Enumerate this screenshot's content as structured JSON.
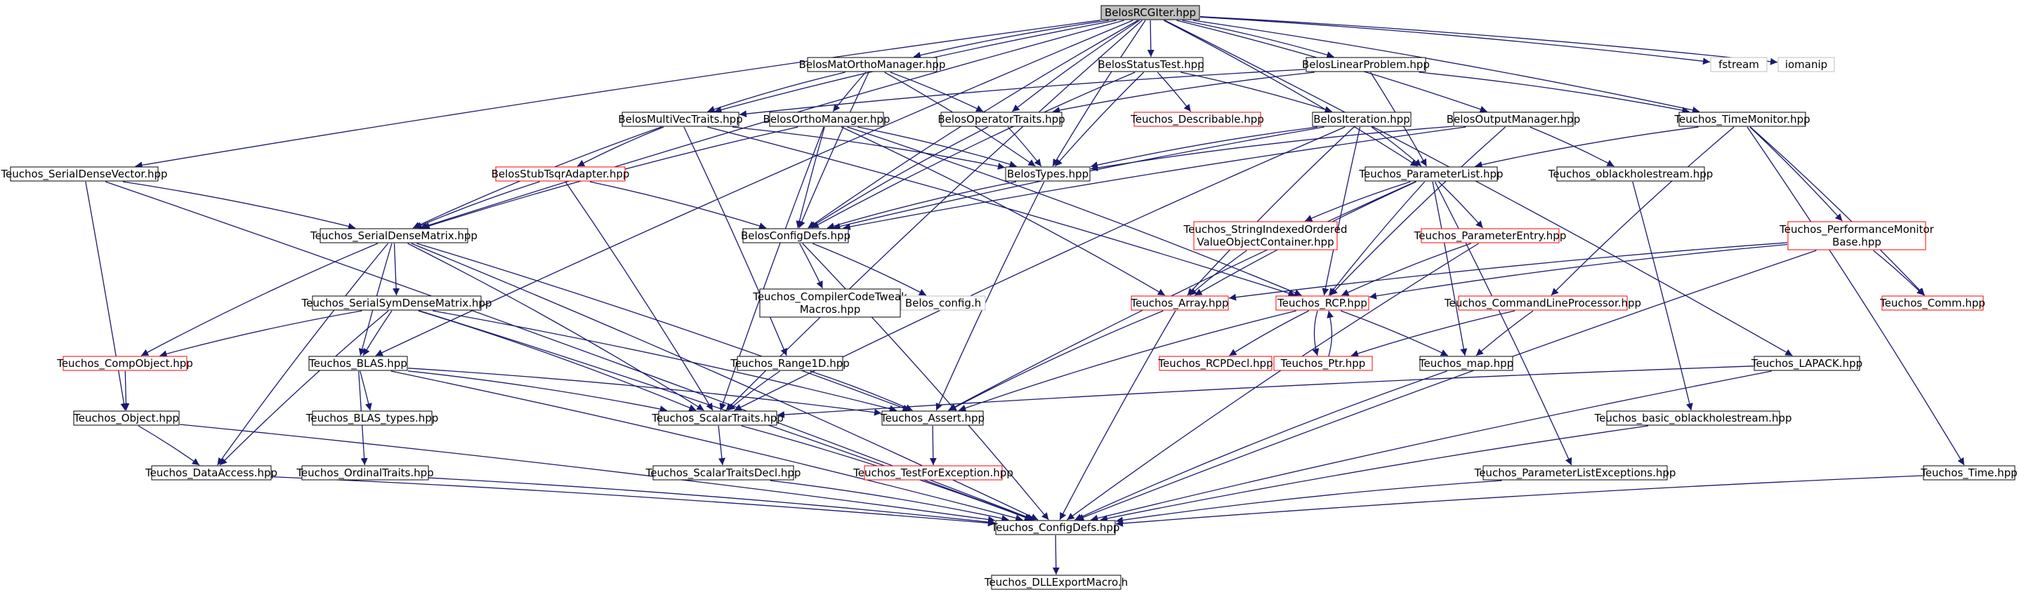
{
  "colors": {
    "edge": "#191970",
    "arrowhead": "#191970",
    "normal_border": "#000000",
    "incomplete_border": "#ff0000",
    "external_border": "#bfbfbf",
    "root_fill": "#bfbfbf",
    "node_fill": "#ffffff",
    "text": "#000000"
  },
  "nodes": [
    {
      "id": "BelosRCGIter",
      "lines": [
        "BelosRCGIter.hpp"
      ],
      "kind": "root"
    },
    {
      "id": "BelosMatOrthoManager",
      "lines": [
        "BelosMatOrthoManager.hpp"
      ],
      "kind": "normal"
    },
    {
      "id": "BelosStatusTest",
      "lines": [
        "BelosStatusTest.hpp"
      ],
      "kind": "normal"
    },
    {
      "id": "BelosLinearProblem",
      "lines": [
        "BelosLinearProblem.hpp"
      ],
      "kind": "normal"
    },
    {
      "id": "fstream",
      "lines": [
        "fstream"
      ],
      "kind": "external"
    },
    {
      "id": "iomanip",
      "lines": [
        "iomanip"
      ],
      "kind": "external"
    },
    {
      "id": "BelosMultiVecTraits",
      "lines": [
        "BelosMultiVecTraits.hpp"
      ],
      "kind": "normal"
    },
    {
      "id": "BelosOrthoManager",
      "lines": [
        "BelosOrthoManager.hpp"
      ],
      "kind": "normal"
    },
    {
      "id": "BelosOperatorTraits",
      "lines": [
        "BelosOperatorTraits.hpp"
      ],
      "kind": "normal"
    },
    {
      "id": "Teuchos_Describable",
      "lines": [
        "Teuchos_Describable.hpp"
      ],
      "kind": "incomplete"
    },
    {
      "id": "BelosIteration",
      "lines": [
        "BelosIteration.hpp"
      ],
      "kind": "normal"
    },
    {
      "id": "BelosOutputManager",
      "lines": [
        "BelosOutputManager.hpp"
      ],
      "kind": "normal"
    },
    {
      "id": "Teuchos_TimeMonitor",
      "lines": [
        "Teuchos_TimeMonitor.hpp"
      ],
      "kind": "normal"
    },
    {
      "id": "Teuchos_SerialDenseVector",
      "lines": [
        "Teuchos_SerialDenseVector.hpp"
      ],
      "kind": "normal"
    },
    {
      "id": "BelosStubTsqrAdapter",
      "lines": [
        "BelosStubTsqrAdapter.hpp"
      ],
      "kind": "incomplete"
    },
    {
      "id": "BelosTypes",
      "lines": [
        "BelosTypes.hpp"
      ],
      "kind": "normal"
    },
    {
      "id": "Teuchos_ParameterList",
      "lines": [
        "Teuchos_ParameterList.hpp"
      ],
      "kind": "normal"
    },
    {
      "id": "Teuchos_oblackholestream",
      "lines": [
        "Teuchos_oblackholestream.hpp"
      ],
      "kind": "normal"
    },
    {
      "id": "Teuchos_SerialDenseMatrix",
      "lines": [
        "Teuchos_SerialDenseMatrix.hpp"
      ],
      "kind": "normal"
    },
    {
      "id": "BelosConfigDefs",
      "lines": [
        "BelosConfigDefs.hpp"
      ],
      "kind": "normal"
    },
    {
      "id": "Teuchos_StringIndexed",
      "lines": [
        "Teuchos_StringIndexedOrdered",
        "ValueObjectContainer.hpp"
      ],
      "kind": "incomplete"
    },
    {
      "id": "Teuchos_ParameterEntry",
      "lines": [
        "Teuchos_ParameterEntry.hpp"
      ],
      "kind": "incomplete"
    },
    {
      "id": "Teuchos_PerformanceMonitorBase",
      "lines": [
        "Teuchos_PerformanceMonitor",
        "Base.hpp"
      ],
      "kind": "incomplete"
    },
    {
      "id": "Teuchos_CompilerCodeTweakMacros",
      "lines": [
        "Teuchos_CompilerCodeTweak",
        "Macros.hpp"
      ],
      "kind": "normal"
    },
    {
      "id": "Belos_config",
      "lines": [
        "Belos_config.h"
      ],
      "kind": "external"
    },
    {
      "id": "Teuchos_SerialSymDenseMatrix",
      "lines": [
        "Teuchos_SerialSymDenseMatrix.hpp"
      ],
      "kind": "normal"
    },
    {
      "id": "Teuchos_Array",
      "lines": [
        "Teuchos_Array.hpp"
      ],
      "kind": "incomplete"
    },
    {
      "id": "Teuchos_RCP",
      "lines": [
        "Teuchos_RCP.hpp"
      ],
      "kind": "incomplete"
    },
    {
      "id": "Teuchos_CommandLineProcessor",
      "lines": [
        "Teuchos_CommandLineProcessor.hpp"
      ],
      "kind": "incomplete"
    },
    {
      "id": "Teuchos_Comm",
      "lines": [
        "Teuchos_Comm.hpp"
      ],
      "kind": "incomplete"
    },
    {
      "id": "Teuchos_CompObject",
      "lines": [
        "Teuchos_CompObject.hpp"
      ],
      "kind": "incomplete"
    },
    {
      "id": "Teuchos_BLAS",
      "lines": [
        "Teuchos_BLAS.hpp"
      ],
      "kind": "normal"
    },
    {
      "id": "Teuchos_Range1D",
      "lines": [
        "Teuchos_Range1D.hpp"
      ],
      "kind": "normal"
    },
    {
      "id": "Teuchos_RCPDecl",
      "lines": [
        "Teuchos_RCPDecl.hpp"
      ],
      "kind": "incomplete"
    },
    {
      "id": "Teuchos_Ptr",
      "lines": [
        "Teuchos_Ptr.hpp"
      ],
      "kind": "incomplete"
    },
    {
      "id": "Teuchos_map",
      "lines": [
        "Teuchos_map.hpp"
      ],
      "kind": "normal"
    },
    {
      "id": "Teuchos_LAPACK",
      "lines": [
        "Teuchos_LAPACK.hpp"
      ],
      "kind": "normal"
    },
    {
      "id": "Teuchos_Object",
      "lines": [
        "Teuchos_Object.hpp"
      ],
      "kind": "normal"
    },
    {
      "id": "Teuchos_BLAS_types",
      "lines": [
        "Teuchos_BLAS_types.hpp"
      ],
      "kind": "normal"
    },
    {
      "id": "Teuchos_ScalarTraits",
      "lines": [
        "Teuchos_ScalarTraits.hpp"
      ],
      "kind": "normal"
    },
    {
      "id": "Teuchos_Assert",
      "lines": [
        "Teuchos_Assert.hpp"
      ],
      "kind": "normal"
    },
    {
      "id": "Teuchos_basic_oblackholestream",
      "lines": [
        "Teuchos_basic_oblackholestream.hpp"
      ],
      "kind": "normal"
    },
    {
      "id": "Teuchos_DataAccess",
      "lines": [
        "Teuchos_DataAccess.hpp"
      ],
      "kind": "normal"
    },
    {
      "id": "Teuchos_OrdinalTraits",
      "lines": [
        "Teuchos_OrdinalTraits.hpp"
      ],
      "kind": "normal"
    },
    {
      "id": "Teuchos_ScalarTraitsDecl",
      "lines": [
        "Teuchos_ScalarTraitsDecl.hpp"
      ],
      "kind": "normal"
    },
    {
      "id": "Teuchos_TestForException",
      "lines": [
        "Teuchos_TestForException.hpp"
      ],
      "kind": "incomplete"
    },
    {
      "id": "Teuchos_ParameterListExceptions",
      "lines": [
        "Teuchos_ParameterListExceptions.hpp"
      ],
      "kind": "normal"
    },
    {
      "id": "Teuchos_Time",
      "lines": [
        "Teuchos_Time.hpp"
      ],
      "kind": "normal"
    },
    {
      "id": "Teuchos_ConfigDefs",
      "lines": [
        "Teuchos_ConfigDefs.hpp"
      ],
      "kind": "normal"
    },
    {
      "id": "Teuchos_DLLExportMacro",
      "lines": [
        "Teuchos_DLLExportMacro.h"
      ],
      "kind": "normal"
    }
  ],
  "edges": [
    [
      "BelosRCGIter",
      "BelosMatOrthoManager"
    ],
    [
      "BelosRCGIter",
      "BelosStatusTest"
    ],
    [
      "BelosRCGIter",
      "BelosLinearProblem"
    ],
    [
      "BelosRCGIter",
      "fstream"
    ],
    [
      "BelosRCGIter",
      "iomanip"
    ],
    [
      "BelosRCGIter",
      "BelosMultiVecTraits"
    ],
    [
      "BelosRCGIter",
      "BelosOperatorTraits"
    ],
    [
      "BelosRCGIter",
      "BelosOutputManager"
    ],
    [
      "BelosRCGIter",
      "Teuchos_TimeMonitor"
    ],
    [
      "BelosRCGIter",
      "Teuchos_SerialDenseVector"
    ],
    [
      "BelosRCGIter",
      "BelosTypes"
    ],
    [
      "BelosRCGIter",
      "Teuchos_ParameterList"
    ],
    [
      "BelosRCGIter",
      "Teuchos_SerialDenseMatrix"
    ],
    [
      "BelosRCGIter",
      "BelosConfigDefs"
    ],
    [
      "BelosRCGIter",
      "Teuchos_BLAS"
    ],
    [
      "BelosRCGIter",
      "Teuchos_LAPACK"
    ],
    [
      "BelosRCGIter",
      "Teuchos_ScalarTraits"
    ],
    [
      "BelosMatOrthoManager",
      "BelosMultiVecTraits"
    ],
    [
      "BelosMatOrthoManager",
      "BelosOrthoManager"
    ],
    [
      "BelosMatOrthoManager",
      "BelosOperatorTraits"
    ],
    [
      "BelosMatOrthoManager",
      "BelosTypes"
    ],
    [
      "BelosMatOrthoManager",
      "BelosConfigDefs"
    ],
    [
      "BelosStatusTest",
      "Teuchos_Describable"
    ],
    [
      "BelosStatusTest",
      "BelosIteration"
    ],
    [
      "BelosStatusTest",
      "BelosTypes"
    ],
    [
      "BelosStatusTest",
      "BelosConfigDefs"
    ],
    [
      "BelosLinearProblem",
      "BelosMultiVecTraits"
    ],
    [
      "BelosLinearProblem",
      "BelosOperatorTraits"
    ],
    [
      "BelosLinearProblem",
      "Teuchos_TimeMonitor"
    ],
    [
      "BelosLinearProblem",
      "Teuchos_ParameterList"
    ],
    [
      "BelosMultiVecTraits",
      "BelosStubTsqrAdapter"
    ],
    [
      "BelosMultiVecTraits",
      "BelosTypes"
    ],
    [
      "BelosMultiVecTraits",
      "Teuchos_SerialDenseMatrix"
    ],
    [
      "BelosMultiVecTraits",
      "Teuchos_Range1D"
    ],
    [
      "BelosMultiVecTraits",
      "Teuchos_RCP"
    ],
    [
      "BelosOrthoManager",
      "BelosTypes"
    ],
    [
      "BelosOrthoManager",
      "Teuchos_SerialDenseMatrix"
    ],
    [
      "BelosOrthoManager",
      "BelosConfigDefs"
    ],
    [
      "BelosOrthoManager",
      "Teuchos_Array"
    ],
    [
      "BelosOrthoManager",
      "Teuchos_RCP"
    ],
    [
      "BelosOrthoManager",
      "Teuchos_ScalarTraits"
    ],
    [
      "BelosOperatorTraits",
      "BelosTypes"
    ],
    [
      "BelosOperatorTraits",
      "BelosConfigDefs"
    ],
    [
      "BelosIteration",
      "BelosTypes"
    ],
    [
      "BelosIteration",
      "Teuchos_ParameterList"
    ],
    [
      "BelosIteration",
      "BelosConfigDefs"
    ],
    [
      "BelosIteration",
      "Teuchos_Array"
    ],
    [
      "BelosIteration",
      "Teuchos_RCP"
    ],
    [
      "BelosIteration",
      "Teuchos_ScalarTraits"
    ],
    [
      "BelosOutputManager",
      "BelosTypes"
    ],
    [
      "BelosOutputManager",
      "Teuchos_oblackholestream"
    ],
    [
      "BelosOutputManager",
      "BelosConfigDefs"
    ],
    [
      "BelosOutputManager",
      "Teuchos_RCP"
    ],
    [
      "Teuchos_TimeMonitor",
      "Teuchos_ParameterList"
    ],
    [
      "Teuchos_TimeMonitor",
      "Teuchos_PerformanceMonitorBase"
    ],
    [
      "Teuchos_TimeMonitor",
      "Teuchos_CommandLineProcessor"
    ],
    [
      "Teuchos_TimeMonitor",
      "Teuchos_Comm"
    ],
    [
      "Teuchos_TimeMonitor",
      "Teuchos_Time"
    ],
    [
      "Teuchos_SerialDenseVector",
      "Teuchos_SerialDenseMatrix"
    ],
    [
      "Teuchos_SerialDenseVector",
      "Teuchos_Object"
    ],
    [
      "Teuchos_SerialDenseVector",
      "Teuchos_ConfigDefs"
    ],
    [
      "BelosStubTsqrAdapter",
      "Teuchos_SerialDenseMatrix"
    ],
    [
      "BelosStubTsqrAdapter",
      "BelosConfigDefs"
    ],
    [
      "BelosStubTsqrAdapter",
      "Teuchos_ScalarTraits"
    ],
    [
      "BelosTypes",
      "BelosConfigDefs"
    ],
    [
      "BelosTypes",
      "Teuchos_Assert"
    ],
    [
      "Teuchos_ParameterList",
      "Teuchos_StringIndexed"
    ],
    [
      "Teuchos_ParameterList",
      "Teuchos_ParameterEntry"
    ],
    [
      "Teuchos_ParameterList",
      "Teuchos_Array"
    ],
    [
      "Teuchos_ParameterList",
      "Teuchos_RCP"
    ],
    [
      "Teuchos_ParameterList",
      "Teuchos_map"
    ],
    [
      "Teuchos_ParameterList",
      "Teuchos_Assert"
    ],
    [
      "Teuchos_ParameterList",
      "Teuchos_ParameterListExceptions"
    ],
    [
      "Teuchos_oblackholestream",
      "Teuchos_basic_oblackholestream"
    ],
    [
      "Teuchos_SerialDenseMatrix",
      "Teuchos_SerialSymDenseMatrix"
    ],
    [
      "Teuchos_SerialDenseMatrix",
      "Teuchos_CompObject"
    ],
    [
      "Teuchos_SerialDenseMatrix",
      "Teuchos_BLAS"
    ],
    [
      "Teuchos_SerialDenseMatrix",
      "Teuchos_ScalarTraits"
    ],
    [
      "Teuchos_SerialDenseMatrix",
      "Teuchos_Assert"
    ],
    [
      "Teuchos_SerialDenseMatrix",
      "Teuchos_DataAccess"
    ],
    [
      "Teuchos_SerialDenseMatrix",
      "Teuchos_ConfigDefs"
    ],
    [
      "BelosConfigDefs",
      "Teuchos_CompilerCodeTweakMacros"
    ],
    [
      "BelosConfigDefs",
      "Belos_config"
    ],
    [
      "BelosConfigDefs",
      "Teuchos_ConfigDefs"
    ],
    [
      "Teuchos_StringIndexed",
      "Teuchos_Array"
    ],
    [
      "Teuchos_ParameterEntry",
      "Teuchos_RCP"
    ],
    [
      "Teuchos_ParameterEntry",
      "Teuchos_ConfigDefs"
    ],
    [
      "Teuchos_PerformanceMonitorBase",
      "Teuchos_Array"
    ],
    [
      "Teuchos_PerformanceMonitorBase",
      "Teuchos_RCP"
    ],
    [
      "Teuchos_PerformanceMonitorBase",
      "Teuchos_Comm"
    ],
    [
      "Teuchos_PerformanceMonitorBase",
      "Teuchos_ConfigDefs"
    ],
    [
      "Teuchos_SerialSymDenseMatrix",
      "Teuchos_CompObject"
    ],
    [
      "Teuchos_SerialSymDenseMatrix",
      "Teuchos_BLAS"
    ],
    [
      "Teuchos_SerialSymDenseMatrix",
      "Teuchos_ScalarTraits"
    ],
    [
      "Teuchos_SerialSymDenseMatrix",
      "Teuchos_Assert"
    ],
    [
      "Teuchos_SerialSymDenseMatrix",
      "Teuchos_DataAccess"
    ],
    [
      "Teuchos_SerialSymDenseMatrix",
      "Teuchos_ConfigDefs"
    ],
    [
      "Teuchos_Array",
      "Teuchos_Assert"
    ],
    [
      "Teuchos_Array",
      "Teuchos_ConfigDefs"
    ],
    [
      "Teuchos_RCP",
      "Teuchos_RCPDecl"
    ],
    [
      "Teuchos_RCP",
      "Teuchos_Ptr"
    ],
    [
      "Teuchos_RCP",
      "Teuchos_map"
    ],
    [
      "Teuchos_RCP",
      "Teuchos_Assert"
    ],
    [
      "Teuchos_Ptr",
      "Teuchos_RCP"
    ],
    [
      "Teuchos_CommandLineProcessor",
      "Teuchos_Ptr"
    ],
    [
      "Teuchos_CommandLineProcessor",
      "Teuchos_map"
    ],
    [
      "Teuchos_CompObject",
      "Teuchos_Object"
    ],
    [
      "Teuchos_BLAS",
      "Teuchos_BLAS_types"
    ],
    [
      "Teuchos_BLAS",
      "Teuchos_ScalarTraits"
    ],
    [
      "Teuchos_BLAS",
      "Teuchos_Assert"
    ],
    [
      "Teuchos_BLAS",
      "Teuchos_OrdinalTraits"
    ],
    [
      "Teuchos_BLAS",
      "Teuchos_ConfigDefs"
    ],
    [
      "Teuchos_Range1D",
      "Teuchos_ScalarTraits"
    ],
    [
      "Teuchos_Range1D",
      "Teuchos_Assert"
    ],
    [
      "Teuchos_map",
      "Teuchos_ConfigDefs"
    ],
    [
      "Teuchos_LAPACK",
      "Teuchos_ScalarTraits"
    ],
    [
      "Teuchos_LAPACK",
      "Teuchos_ConfigDefs"
    ],
    [
      "Teuchos_Object",
      "Teuchos_DataAccess"
    ],
    [
      "Teuchos_Object",
      "Teuchos_ConfigDefs"
    ],
    [
      "Teuchos_ScalarTraits",
      "Teuchos_ScalarTraitsDecl"
    ],
    [
      "Teuchos_ScalarTraits",
      "Teuchos_ConfigDefs"
    ],
    [
      "Teuchos_Assert",
      "Teuchos_TestForException"
    ],
    [
      "Teuchos_basic_oblackholestream",
      "Teuchos_ConfigDefs"
    ],
    [
      "Teuchos_DataAccess",
      "Teuchos_ConfigDefs"
    ],
    [
      "Teuchos_OrdinalTraits",
      "Teuchos_ConfigDefs"
    ],
    [
      "Teuchos_ScalarTraitsDecl",
      "Teuchos_ConfigDefs"
    ],
    [
      "Teuchos_ParameterListExceptions",
      "Teuchos_ConfigDefs"
    ],
    [
      "Teuchos_Time",
      "Teuchos_ConfigDefs"
    ],
    [
      "Teuchos_ConfigDefs",
      "Teuchos_DLLExportMacro"
    ]
  ]
}
